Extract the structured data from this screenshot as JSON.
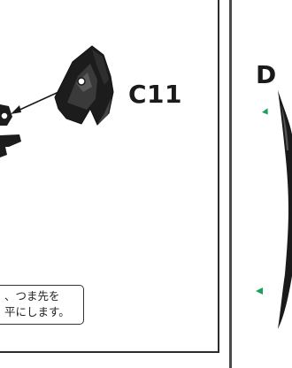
{
  "instruction_step": {
    "part_label": "C11",
    "note": {
      "line1": "、つま先を",
      "line2": "平にします。"
    }
  },
  "next_step": {
    "part_label": "D"
  },
  "colors": {
    "outline": "#2b2b2b",
    "part_fill": "#1c1c1c",
    "guide_marker": "#1aa05a"
  }
}
